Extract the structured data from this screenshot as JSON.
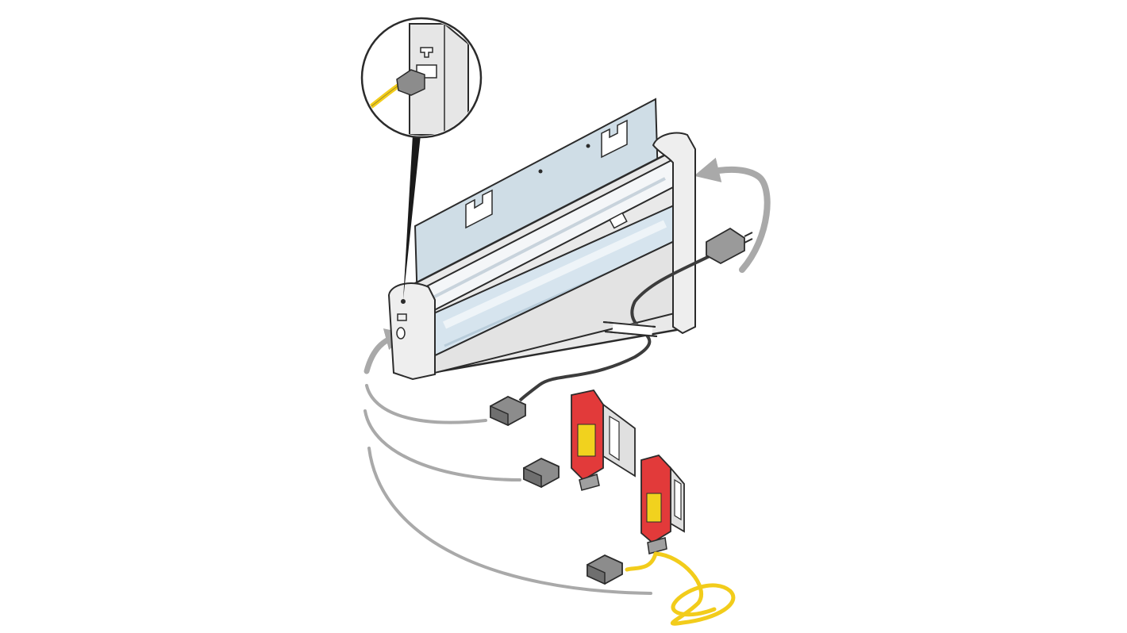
{
  "diagram": {
    "parts": [
      {
        "id": "light-fixture",
        "kind": "fluorescent-tube-luminaire"
      },
      {
        "id": "mounting-plate",
        "kind": "metal-bracket"
      },
      {
        "id": "detail-inset",
        "kind": "magnifier-connector-detail"
      },
      {
        "id": "power-cable",
        "kind": "cable-with-plug",
        "note": "cable-break-symbol"
      },
      {
        "id": "connector-plug-1",
        "kind": "connector"
      },
      {
        "id": "connector-plug-2",
        "kind": "connector"
      },
      {
        "id": "connector-plug-3",
        "kind": "connector"
      },
      {
        "id": "junction-box-1",
        "kind": "red-terminal-box"
      },
      {
        "id": "junction-box-2",
        "kind": "red-terminal-box-with-yellow-cable"
      }
    ],
    "colors": {
      "outline": "#2b2b2b",
      "housing": "#e9e9e9",
      "plate": "#cfdde6",
      "tube": "#f4f6f8",
      "diffuser": "#d6e4ee",
      "arrow": "#a9a9a9",
      "cable": "#3c3c3c",
      "yellow_cable": "#f2cc1b",
      "red_box": "#e23a3a",
      "label_yellow": "#f1d21e"
    }
  }
}
